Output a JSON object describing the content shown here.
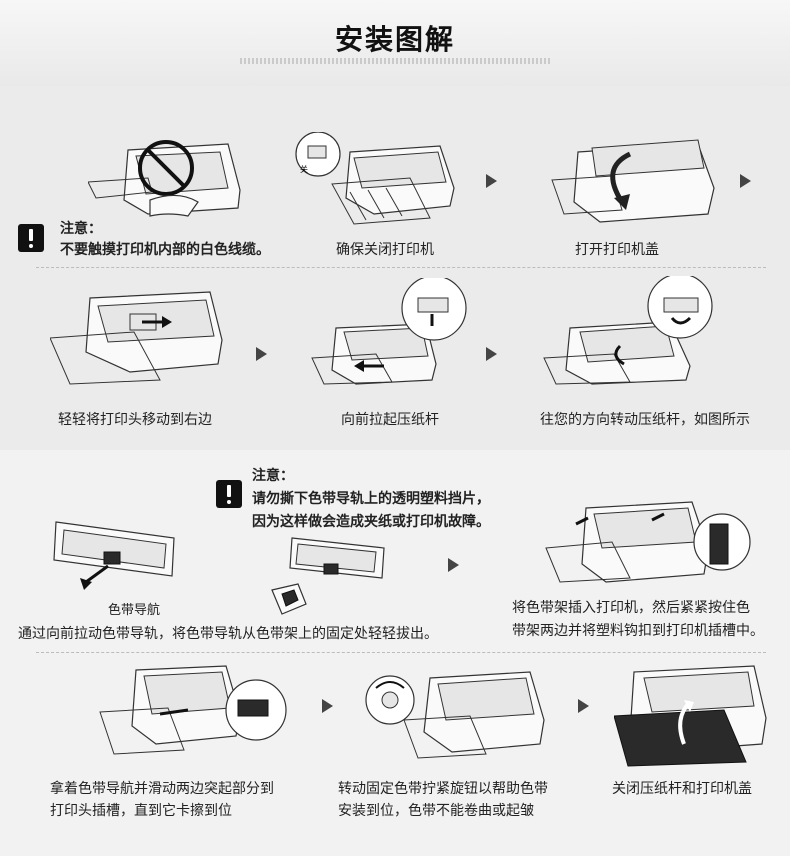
{
  "header": {
    "title": "安装图解"
  },
  "warning1": {
    "label": "注意：",
    "text": "不要触摸打印机内部的白色线缆。"
  },
  "warning2": {
    "label": "注意：",
    "line1": "请勿撕下色带导轨上的透明塑料挡片，",
    "line2": "因为这样做会造成夹纸或打印机故障。"
  },
  "steps": {
    "s1": "确保关闭打印机",
    "s2": "打开打印机盖",
    "s3": "轻轻将打印头移动到右边",
    "s4": "向前拉起压纸杆",
    "s5": "往您的方向转动压纸杆，如图所示",
    "s6_label": "色带导航",
    "s6": "通过向前拉动色带导轨，将色带导轨从色带架上的固定处轻轻拔出。",
    "s7_line1": "将色带架插入打印机，然后紧紧按住色",
    "s7_line2": "带架两边并将塑料钩扣到打印机插槽中。",
    "s8_line1": "拿着色带导航并滑动两边突起部分到",
    "s8_line2": "打印头插槽，直到它卡擦到位",
    "s9_line1": "转动固定色带拧紧旋钮以帮助色带",
    "s9_line2": "安装到位，色带不能卷曲或起皱",
    "s10": "关闭压纸杆和打印机盖"
  },
  "icons": {
    "step_arrow": "play-arrow-icon",
    "warning": "exclamation-icon"
  }
}
